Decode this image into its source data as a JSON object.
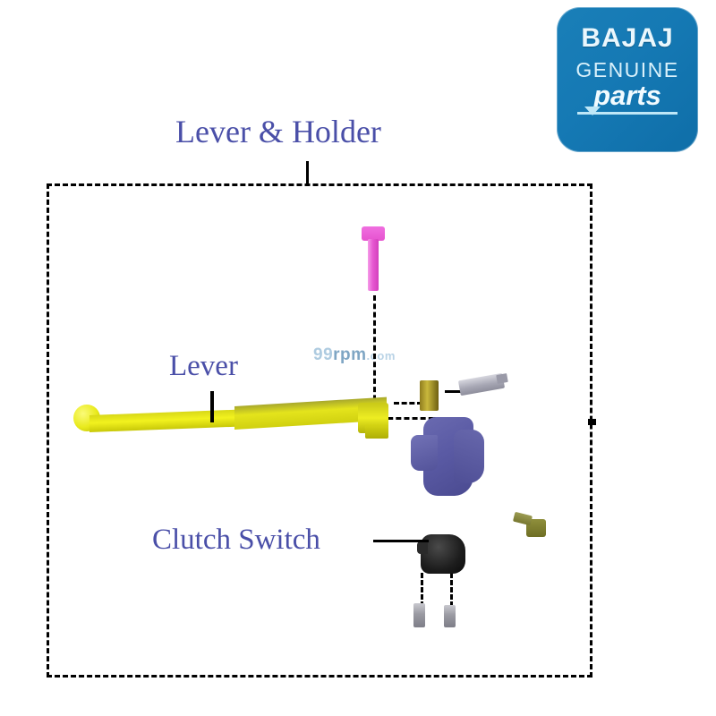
{
  "brand": {
    "line1": "BAJAJ",
    "line2": "GENUINE",
    "line3": "parts",
    "bg_color": "#1579b4",
    "text_color": "#eaf7fd"
  },
  "diagram": {
    "title": "Lever & Holder",
    "title_color": "#4a4fa8",
    "frame_style": "dashed",
    "watermark": {
      "part1": "99",
      "part2": "rpm",
      "part3": ".com"
    },
    "labels": [
      {
        "id": "lever",
        "text": "Lever"
      },
      {
        "id": "clutch-switch",
        "text": "Clutch Switch"
      }
    ],
    "parts": [
      {
        "id": "pivot-bolt",
        "name": "pivot bolt",
        "color": "#e653cf"
      },
      {
        "id": "lever",
        "name": "clutch lever",
        "color": "#e9ea1c"
      },
      {
        "id": "adjuster",
        "name": "adjuster nut",
        "color": "#c9b83c"
      },
      {
        "id": "rod",
        "name": "adjuster rod",
        "color": "#a7a7b4"
      },
      {
        "id": "holder",
        "name": "lever holder",
        "color": "#5a5aa4"
      },
      {
        "id": "small-bolt",
        "name": "clamp bolt",
        "color": "#777730"
      },
      {
        "id": "clutch-switch",
        "name": "clutch switch",
        "color": "#1d1d1d"
      },
      {
        "id": "switch-pins",
        "name": "switch terminals",
        "color": "#9a9aa2"
      }
    ]
  }
}
